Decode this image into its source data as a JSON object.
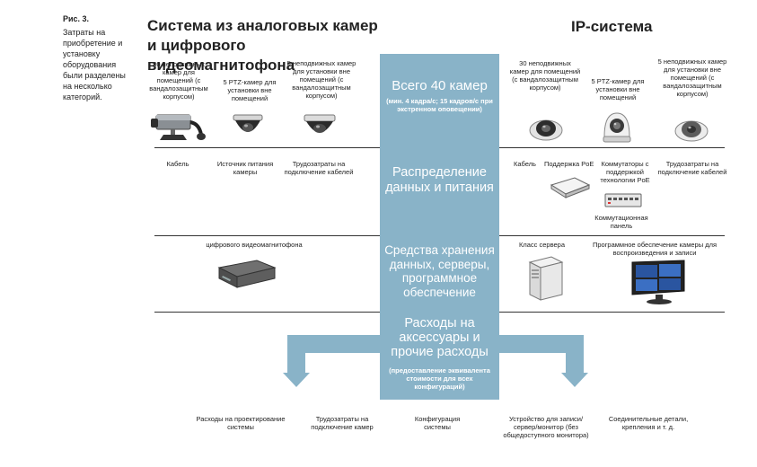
{
  "caption": {
    "figure": "Рис. 3.",
    "text": "Затраты на приобретение и установку оборудования были разделены на несколько категорий."
  },
  "headers": {
    "analog": "Система из аналоговых камер и цифрового видеомагнитофона",
    "ip": "IP-система"
  },
  "center": {
    "cameras_title": "Всего 40 камер",
    "cameras_sub": "(мин. 4 кадра/с; 15 кадров/с при экстренном оповещении)",
    "distribution": "Распределение данных и питания",
    "storage": "Средства хранения данных, серверы, программное обеспечение",
    "accessories_title": "Расходы на аксессуары и прочие расходы",
    "accessories_sub": "(предоставление эквивалента стоимости для всех конфигураций)"
  },
  "analog_cameras": [
    "30 неподвижных камер для помещений (с вандалозащитным корпусом)",
    "5 PTZ-камер для установки вне помещений",
    "5 неподвижных камер для установки вне помещений (с вандалозащитным корпусом)"
  ],
  "ip_cameras": [
    "30 неподвижных камер для помещений (с вандалозащитным корпусом)",
    "5 PTZ-камер для установки вне помещений",
    "5 неподвижных камер для установки вне помещений (с вандалозащитным корпусом)"
  ],
  "analog_distribution": [
    "Кабель",
    "Источник питания камеры",
    "Трудозатраты на подключение кабелей"
  ],
  "ip_distribution": {
    "cable": "Кабель",
    "poe": "Поддержка PoE",
    "switches": "Коммутаторы с поддержкой технологии PoE",
    "labor": "Трудозатраты на подключение кабелей",
    "patch_panel": "Коммутационная панель"
  },
  "analog_storage": "цифрового видеомагнитофона",
  "ip_storage": {
    "server": "Класс сервера",
    "software": "Программное обеспечение камеры для воспроизведения и записи"
  },
  "bottom": [
    "Расходы на проектирование системы",
    "Трудозатраты на подключение камер",
    "Конфигурация системы",
    "Устройство для записи/сервер/монитор (без общедоступного монитора)",
    "Соединительные детали, крепления и т. д."
  ]
}
